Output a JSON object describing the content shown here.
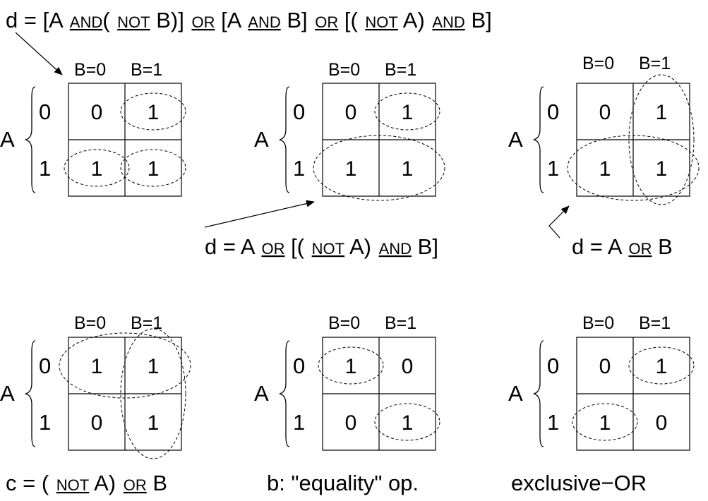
{
  "top_formula": [
    {
      "t": "d = [A "
    },
    {
      "t": "AND",
      "op": true
    },
    {
      "t": "( "
    },
    {
      "t": "NOT",
      "op": true
    },
    {
      "t": " B)] "
    },
    {
      "t": "OR",
      "op": true
    },
    {
      "t": " [A "
    },
    {
      "t": "AND",
      "op": true
    },
    {
      "t": " B] "
    },
    {
      "t": "OR",
      "op": true
    },
    {
      "t": " [( "
    },
    {
      "t": "NOT",
      "op": true
    },
    {
      "t": " A) "
    },
    {
      "t": "AND",
      "op": true
    },
    {
      "t": " B]"
    }
  ],
  "header": {
    "b0": "B=0",
    "b1": "B=1"
  },
  "row_var": "A",
  "row_labels": [
    "0",
    "1"
  ],
  "maps": [
    {
      "cells": [
        [
          "0",
          "1"
        ],
        [
          "1",
          "1"
        ]
      ],
      "groups": [
        {
          "rows": [
            0
          ],
          "cols": [
            1
          ]
        },
        {
          "rows": [
            1
          ],
          "cols": [
            0
          ]
        },
        {
          "rows": [
            1
          ],
          "cols": [
            1
          ]
        }
      ]
    },
    {
      "cells": [
        [
          "0",
          "1"
        ],
        [
          "1",
          "1"
        ]
      ],
      "groups": [
        {
          "rows": [
            0
          ],
          "cols": [
            1
          ]
        },
        {
          "rows": [
            1
          ],
          "cols": [
            0,
            1
          ]
        }
      ],
      "caption": [
        {
          "t": "d = A "
        },
        {
          "t": "OR",
          "op": true
        },
        {
          "t": " [( "
        },
        {
          "t": "NOT",
          "op": true
        },
        {
          "t": " A) "
        },
        {
          "t": "AND",
          "op": true
        },
        {
          "t": " B]"
        }
      ]
    },
    {
      "cells": [
        [
          "0",
          "1"
        ],
        [
          "1",
          "1"
        ]
      ],
      "groups": [
        {
          "rows": [
            1
          ],
          "cols": [
            0,
            1
          ]
        },
        {
          "rows": [
            0,
            1
          ],
          "cols": [
            1
          ]
        }
      ],
      "caption": [
        {
          "t": "d = A "
        },
        {
          "t": "OR",
          "op": true
        },
        {
          "t": " B"
        }
      ]
    },
    {
      "cells": [
        [
          "1",
          "1"
        ],
        [
          "0",
          "1"
        ]
      ],
      "groups": [
        {
          "rows": [
            0
          ],
          "cols": [
            0,
            1
          ]
        },
        {
          "rows": [
            0,
            1
          ],
          "cols": [
            1
          ]
        }
      ],
      "caption": [
        {
          "t": "c = ( "
        },
        {
          "t": "NOT",
          "op": true
        },
        {
          "t": " A) "
        },
        {
          "t": "OR",
          "op": true
        },
        {
          "t": " B"
        }
      ]
    },
    {
      "cells": [
        [
          "1",
          "0"
        ],
        [
          "0",
          "1"
        ]
      ],
      "groups": [
        {
          "rows": [
            0
          ],
          "cols": [
            0
          ]
        },
        {
          "rows": [
            1
          ],
          "cols": [
            1
          ]
        }
      ],
      "caption": [
        {
          "t": "b: \"equality\" op."
        }
      ]
    },
    {
      "cells": [
        [
          "0",
          "1"
        ],
        [
          "1",
          "0"
        ]
      ],
      "groups": [
        {
          "rows": [
            0
          ],
          "cols": [
            1
          ]
        },
        {
          "rows": [
            1
          ],
          "cols": [
            0
          ]
        }
      ],
      "caption": [
        {
          "t": "exclusive−OR"
        }
      ]
    }
  ]
}
